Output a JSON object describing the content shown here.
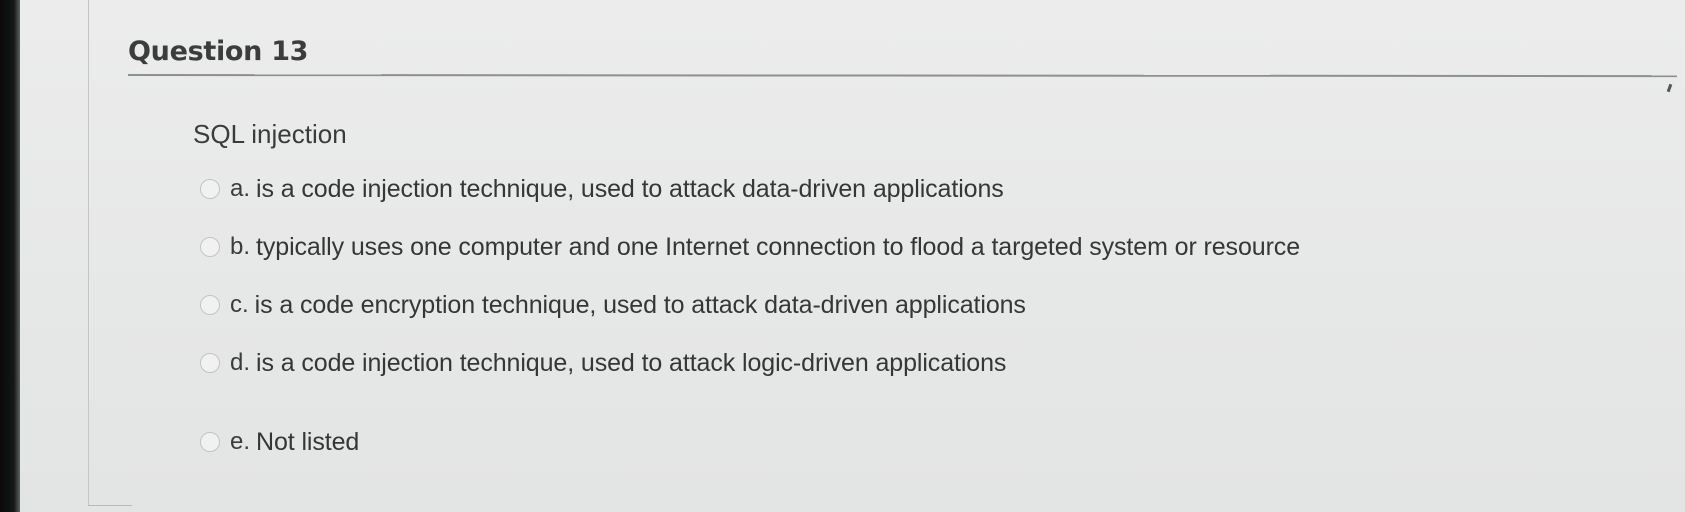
{
  "question": {
    "title": "Question 13",
    "text": "SQL injection",
    "options": [
      {
        "letter": "a.",
        "text": "is a code injection technique, used to attack data-driven applications",
        "selected": false
      },
      {
        "letter": "b.",
        "text": "typically uses one computer and one Internet connection to flood a targeted system or resource",
        "selected": false
      },
      {
        "letter": "c.",
        "text": "is a code encryption technique, used to attack data-driven applications",
        "selected": false
      },
      {
        "letter": "d.",
        "text": "is a code injection technique, used to attack logic-driven applications",
        "selected": false
      },
      {
        "letter": "e.",
        "text": "Not listed",
        "selected": false
      }
    ]
  },
  "colors": {
    "background": "#e9eaea",
    "text": "#3a3c3c",
    "rule": "#8d9090",
    "radio_border": "#c2c4c4"
  }
}
